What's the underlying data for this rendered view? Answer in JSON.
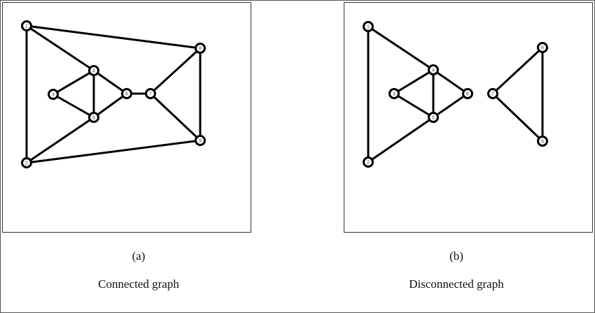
{
  "graphs": [
    {
      "id": "a",
      "label": "(a)",
      "caption": "Connected graph",
      "nodes": [
        "1",
        "2",
        "3",
        "4",
        "5",
        "6",
        "7",
        "8",
        "9"
      ],
      "edges": [
        [
          "1",
          "8"
        ],
        [
          "1",
          "4"
        ],
        [
          "1",
          "2"
        ],
        [
          "2",
          "5"
        ],
        [
          "2",
          "9"
        ],
        [
          "3",
          "4"
        ],
        [
          "3",
          "5"
        ],
        [
          "4",
          "5"
        ],
        [
          "4",
          "6"
        ],
        [
          "5",
          "6"
        ],
        [
          "6",
          "7"
        ],
        [
          "7",
          "8"
        ],
        [
          "7",
          "9"
        ],
        [
          "8",
          "9"
        ]
      ]
    },
    {
      "id": "b",
      "label": "(b)",
      "caption": "Disconnected graph",
      "nodes": [
        "1",
        "2",
        "3",
        "4",
        "5",
        "6",
        "7",
        "8",
        "9"
      ],
      "edges": [
        [
          "1",
          "4"
        ],
        [
          "1",
          "2"
        ],
        [
          "2",
          "5"
        ],
        [
          "3",
          "4"
        ],
        [
          "3",
          "5"
        ],
        [
          "4",
          "5"
        ],
        [
          "4",
          "6"
        ],
        [
          "5",
          "6"
        ],
        [
          "7",
          "8"
        ],
        [
          "7",
          "9"
        ],
        [
          "8",
          "9"
        ]
      ]
    }
  ]
}
